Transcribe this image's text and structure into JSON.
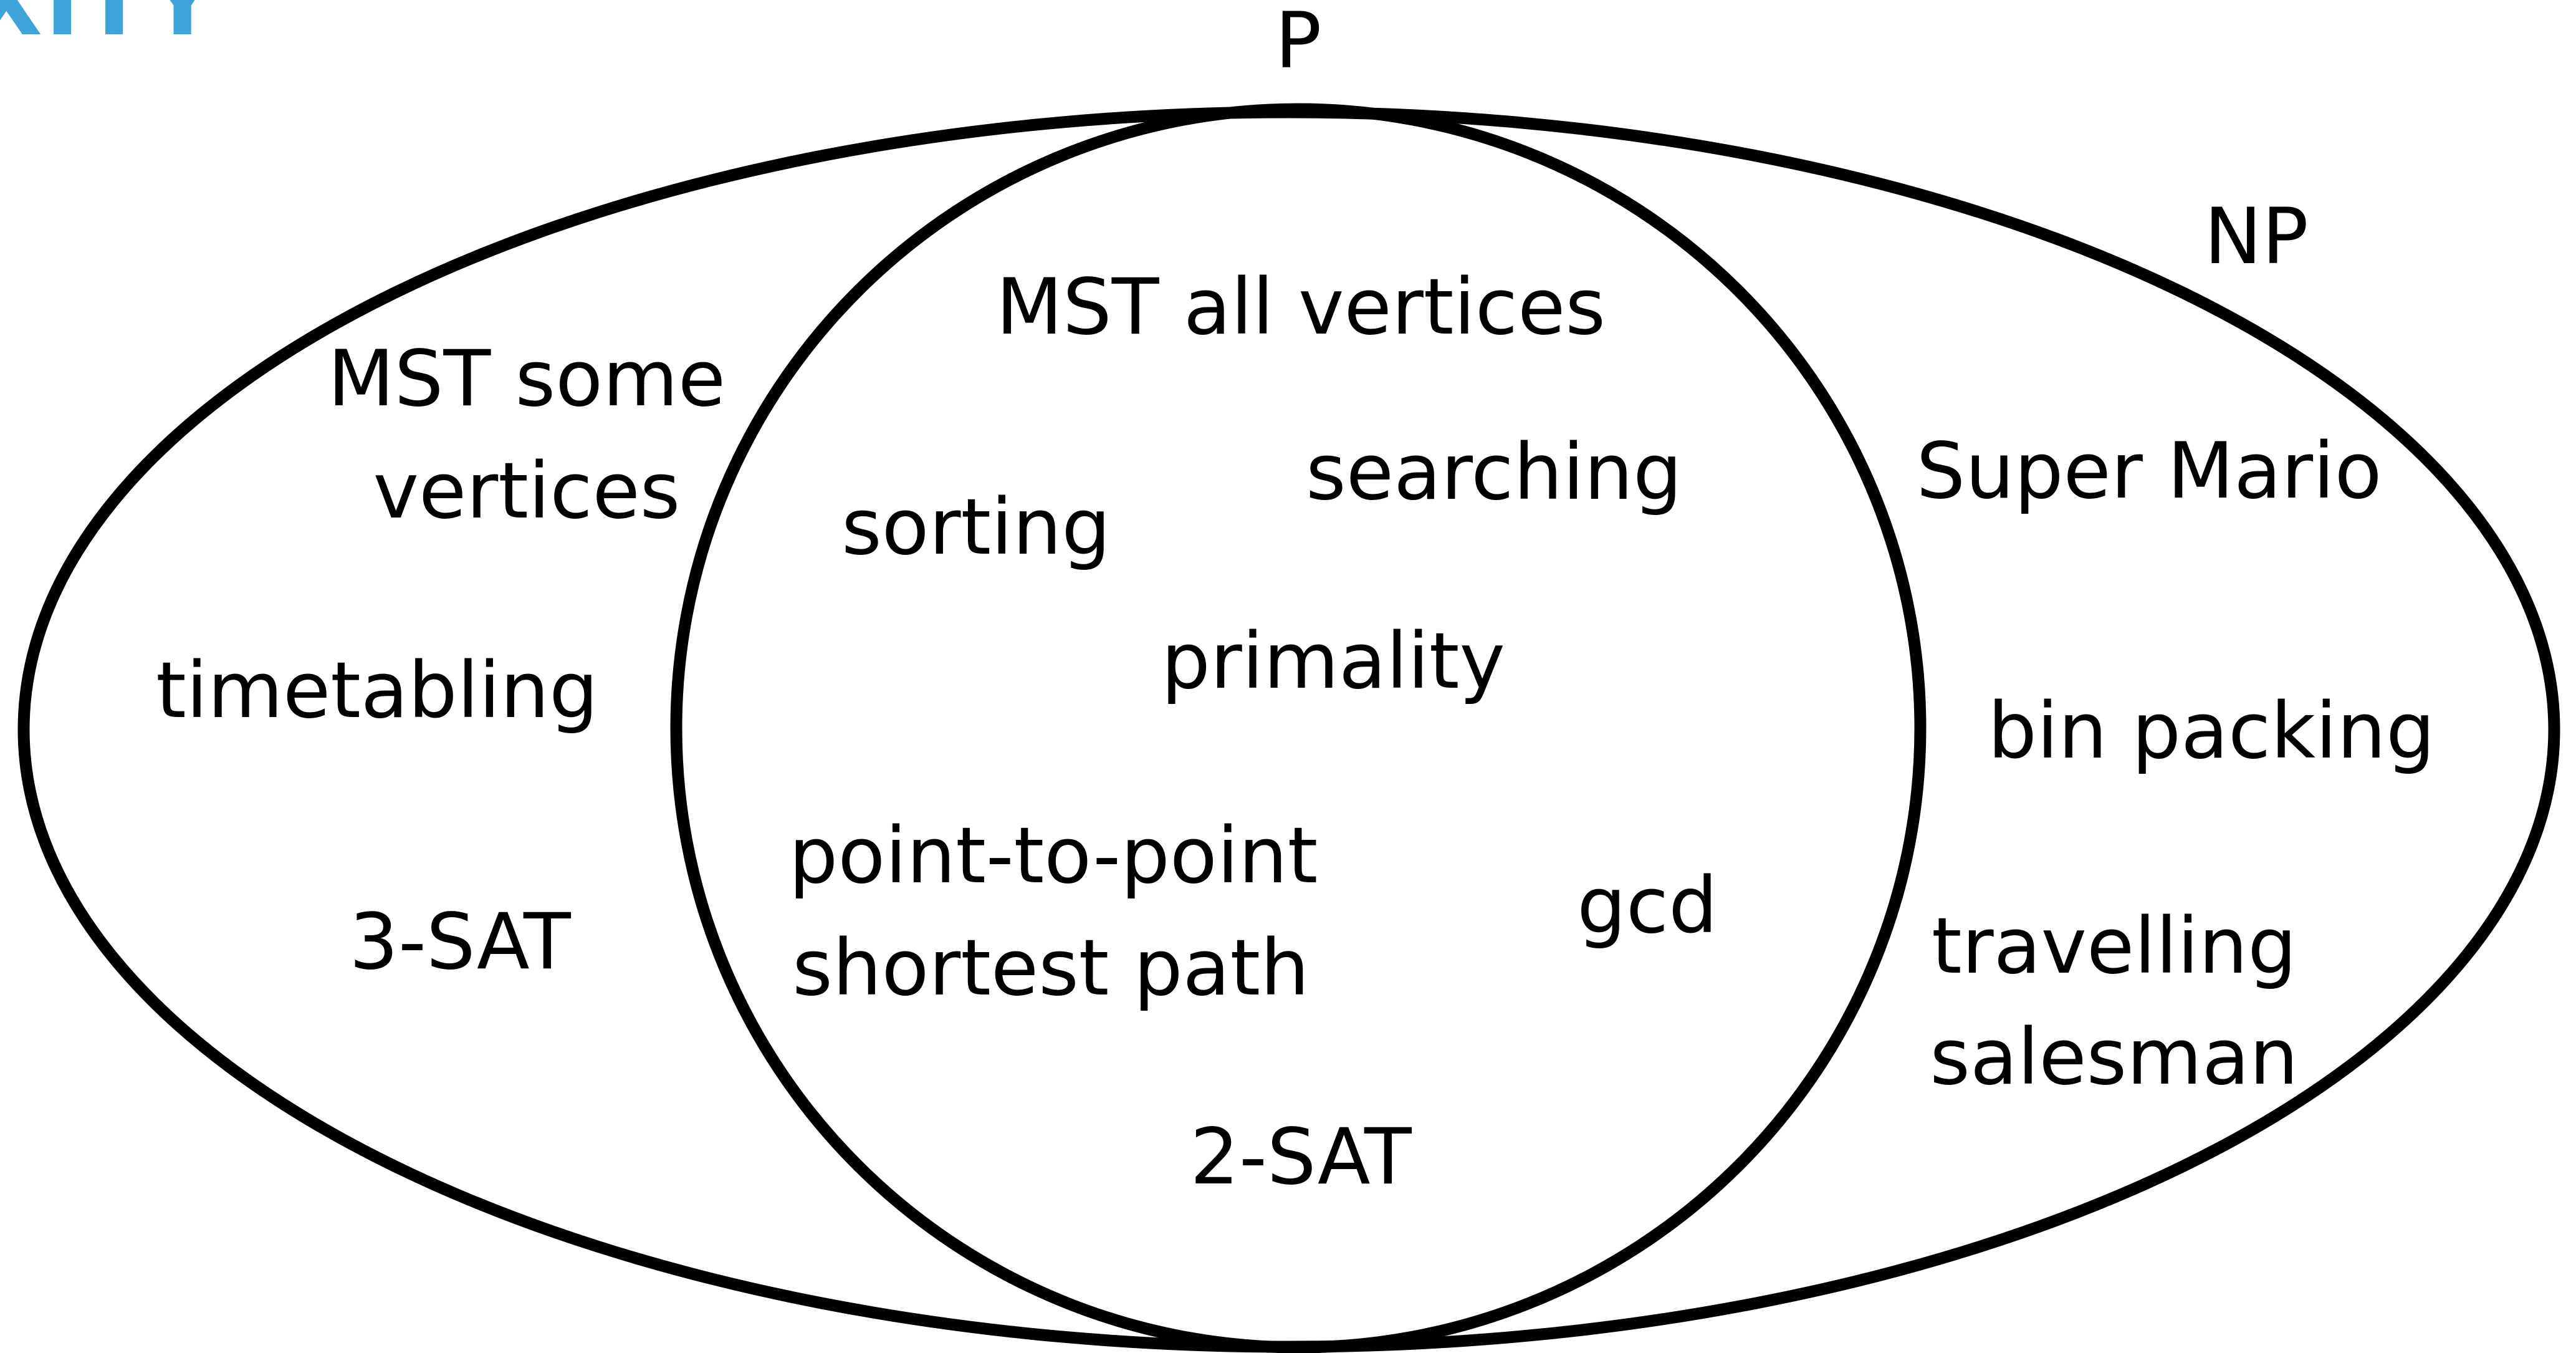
{
  "logo": {
    "text": "FLEXITY",
    "color": "#3da3d9"
  },
  "colors": {
    "stroke": "#000000",
    "text": "#000000",
    "background": "#ffffff"
  },
  "sets": {
    "p_label": "P",
    "np_label": "NP"
  },
  "p_items": {
    "mst_all": "MST all vertices",
    "searching": "searching",
    "sorting": "sorting",
    "primality": "primality",
    "p2p_line1": "point-to-point",
    "p2p_line2": "shortest path",
    "gcd": "gcd",
    "two_sat": "2-SAT"
  },
  "np_left_items": {
    "mst_some_line1": "MST some",
    "mst_some_line2": "vertices",
    "timetabling": "timetabling",
    "three_sat": "3-SAT"
  },
  "np_right_items": {
    "super_mario": "Super Mario",
    "bin_packing": "bin packing",
    "tsp_line1": "travelling",
    "tsp_line2": "salesman"
  }
}
